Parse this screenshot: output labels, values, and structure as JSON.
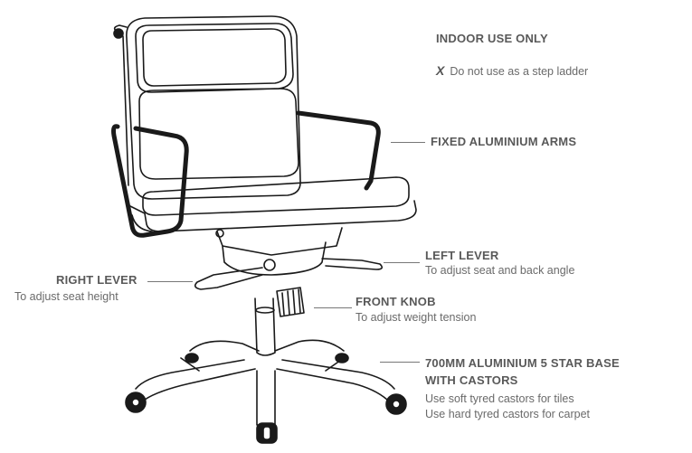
{
  "notice": {
    "title": "INDOOR USE ONLY",
    "warning_mark": "X",
    "warning_text": "Do not use as a step ladder"
  },
  "callouts": {
    "arms": {
      "title": "FIXED ALUMINIUM ARMS"
    },
    "left_lever": {
      "title": "LEFT LEVER",
      "desc": "To adjust seat and back angle"
    },
    "right_lever": {
      "title": "RIGHT LEVER",
      "desc": "To adjust seat height"
    },
    "front_knob": {
      "title": "FRONT KNOB",
      "desc": "To adjust weight tension"
    },
    "base": {
      "title_line1": "700MM ALUMINIUM 5 STAR BASE",
      "title_line2": "WITH CASTORS",
      "desc_line1": "Use soft tyred castors for tiles",
      "desc_line2": "Use hard tyred castors for carpet"
    }
  },
  "colors": {
    "ink": "#1a1a1a",
    "label": "#595959"
  }
}
